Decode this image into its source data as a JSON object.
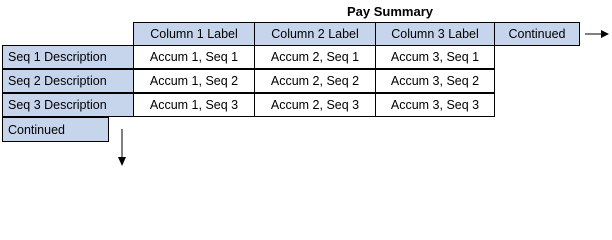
{
  "title": "Pay Summary",
  "columns": [
    {
      "label": "Column 1 Label"
    },
    {
      "label": "Column 2 Label"
    },
    {
      "label": "Column 3 Label"
    }
  ],
  "column_continued": "Continued",
  "rows": [
    {
      "label": "Seq 1 Description",
      "cells": [
        "Accum 1, Seq 1",
        "Accum 2, Seq 1",
        "Accum 3, Seq 1"
      ]
    },
    {
      "label": "Seq 2 Description",
      "cells": [
        "Accum 1, Seq 2",
        "Accum 2, Seq 2",
        "Accum 3, Seq 2"
      ]
    },
    {
      "label": "Seq 3 Description",
      "cells": [
        "Accum 1, Seq 3",
        "Accum 2, Seq 3",
        "Accum 3, Seq 3"
      ]
    }
  ],
  "row_continued": "Continued",
  "colors": {
    "header_fill": "#c7d5ec",
    "border": "#000000",
    "cell_fill": "#ffffff"
  }
}
